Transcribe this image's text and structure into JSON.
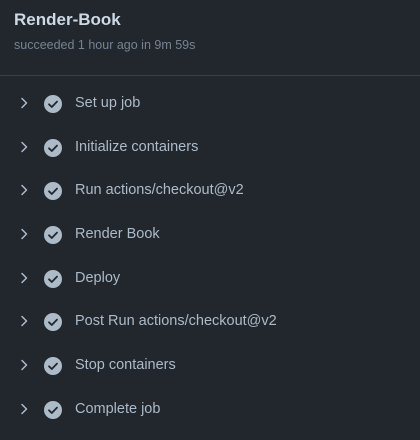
{
  "job": {
    "title": "Render-Book",
    "status_text": "succeeded 1 hour ago in 9m 59s"
  },
  "steps": [
    {
      "label": "Set up job",
      "status": "success"
    },
    {
      "label": "Initialize containers",
      "status": "success"
    },
    {
      "label": "Run actions/checkout@v2",
      "status": "success"
    },
    {
      "label": "Render Book",
      "status": "success"
    },
    {
      "label": "Deploy",
      "status": "success"
    },
    {
      "label": "Post Run actions/checkout@v2",
      "status": "success"
    },
    {
      "label": "Stop containers",
      "status": "success"
    },
    {
      "label": "Complete job",
      "status": "success"
    }
  ],
  "icons": {
    "expand": "chevron-right-icon",
    "status": "check-circle-icon"
  },
  "colors": {
    "background": "#22272e",
    "title": "#cdd9e5",
    "text": "#adbac7",
    "muted": "#768390",
    "check_fill": "#adbac7",
    "check_mark": "#22272e",
    "divider": "#373e47"
  }
}
